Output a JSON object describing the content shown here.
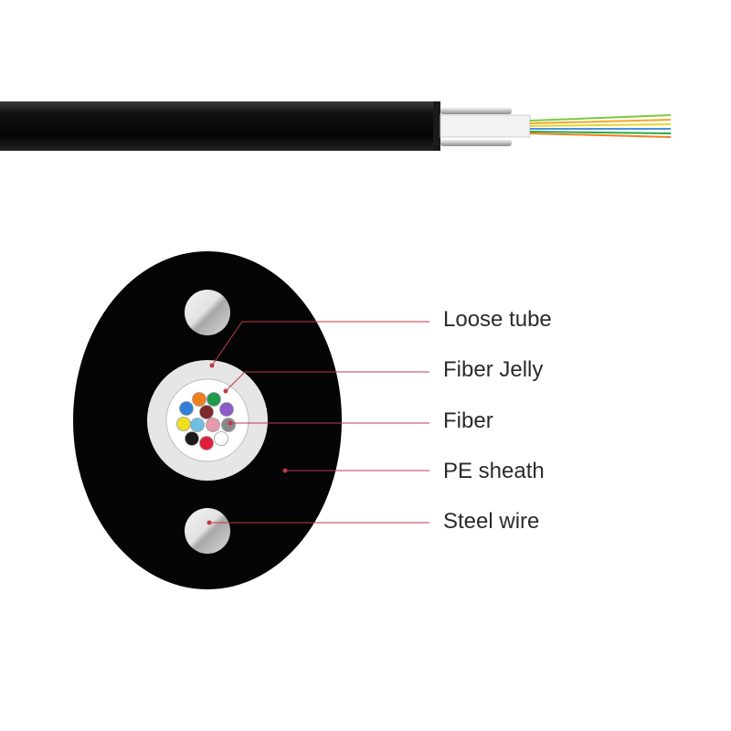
{
  "labels": {
    "loose_tube": "Loose tube",
    "fiber_jelly": "Fiber Jelly",
    "fiber": "Fiber",
    "pe_sheath": "PE sheath",
    "steel_wire": "Steel wire"
  },
  "colors": {
    "sheath": "#0a0a0a",
    "loose_tube": "#e6e6e6",
    "jelly": "#ffffff",
    "leader_line": "#c0394a",
    "label_text": "#2b2b2b",
    "fibers": [
      "#2f7fd6",
      "#f07f1f",
      "#1f9a4a",
      "#8c5bc8",
      "#7a2a2a",
      "#f0e020",
      "#6cc0e0",
      "#e79aac",
      "#8a8a8a",
      "#1a1a1a",
      "#e0203a",
      "#ffffff"
    ],
    "fiber_strands": [
      "#7ac943",
      "#f5a623",
      "#4a90e2",
      "#e8d530",
      "#2aa84a",
      "#c44"
    ]
  },
  "icons": {
    "cable": "cable-side-view",
    "steel_wire": "steel-wire-cross-section",
    "fiber": "fiber-dot"
  }
}
